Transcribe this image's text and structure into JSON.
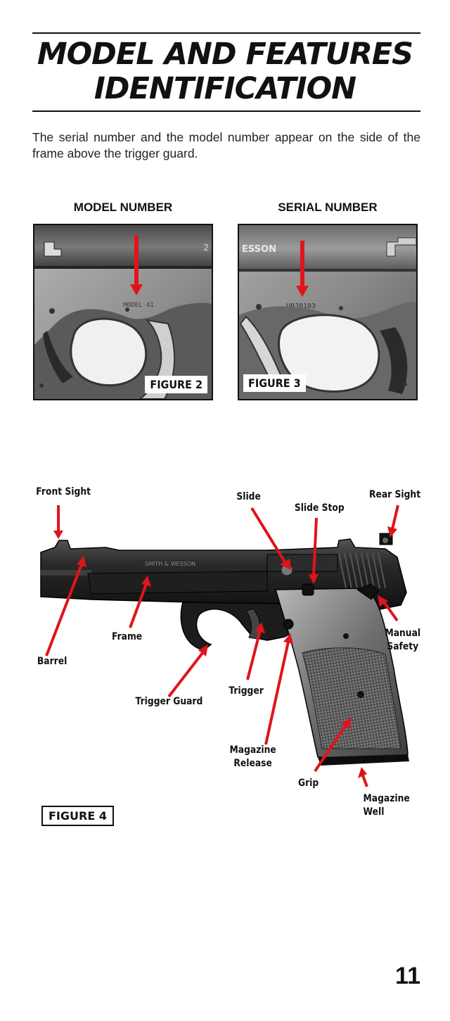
{
  "title": {
    "line1": "MODEL AND FEATURES",
    "line2": "IDENTIFICATION"
  },
  "intro": "The serial number and the model number appear on the side of the frame above the trigger guard.",
  "figures": {
    "model": {
      "heading": "MODEL NUMBER",
      "label": "FIGURE 2",
      "stamp": "MODEL 41"
    },
    "serial": {
      "heading": "SERIAL NUMBER",
      "label": "FIGURE 3",
      "stamp": "UBJ0103",
      "brand_fragment": "ESSON"
    },
    "overview": {
      "label": "FIGURE 4",
      "engraving": "SMITH & WESSON"
    }
  },
  "parts": {
    "front_sight": "Front Sight",
    "slide": "Slide",
    "slide_stop": "Slide Stop",
    "rear_sight": "Rear Sight",
    "frame": "Frame",
    "barrel": "Barrel",
    "manual_safety": [
      "Manual",
      "Safety"
    ],
    "trigger": "Trigger",
    "trigger_guard": "Trigger Guard",
    "magazine_release": [
      "Magazine",
      "Release"
    ],
    "grip": "Grip",
    "magazine_well": [
      "Magazine",
      "Well"
    ]
  },
  "page_number": "11",
  "colors": {
    "arrow": "#e0141b",
    "ink": "#111111",
    "metal_dark": "#1c1c1c",
    "metal_light": "#9a9a9a"
  }
}
